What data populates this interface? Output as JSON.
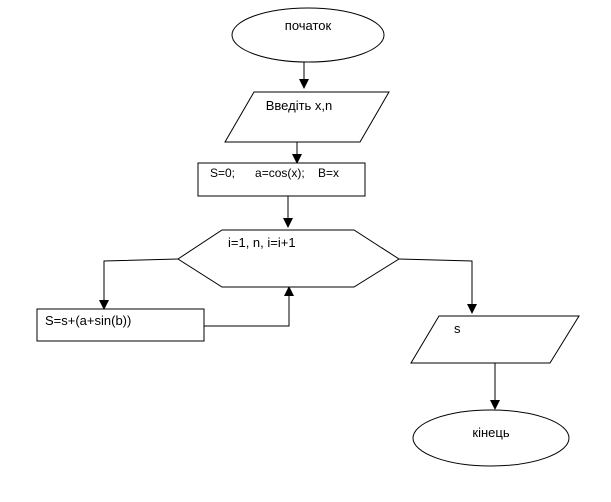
{
  "nodes": {
    "start": {
      "shape": "ellipse",
      "label": "початок"
    },
    "input": {
      "shape": "parallelogram",
      "label": "Введіть x,n"
    },
    "init": {
      "shape": "rectangle",
      "label": "S=0;      a=cos(x);    B=x"
    },
    "loop": {
      "shape": "hexagon",
      "label": "i=1, n, i=i+1"
    },
    "body": {
      "shape": "rectangle",
      "label": "S=s+(a+sin(b))"
    },
    "output": {
      "shape": "parallelogram",
      "label": "s"
    },
    "end": {
      "shape": "ellipse",
      "label": "кінець"
    }
  },
  "edges": [
    {
      "from": "start",
      "to": "input"
    },
    {
      "from": "input",
      "to": "init"
    },
    {
      "from": "init",
      "to": "loop"
    },
    {
      "from": "loop",
      "to": "body"
    },
    {
      "from": "body",
      "to": "loop"
    },
    {
      "from": "loop",
      "to": "output"
    },
    {
      "from": "output",
      "to": "end"
    }
  ]
}
